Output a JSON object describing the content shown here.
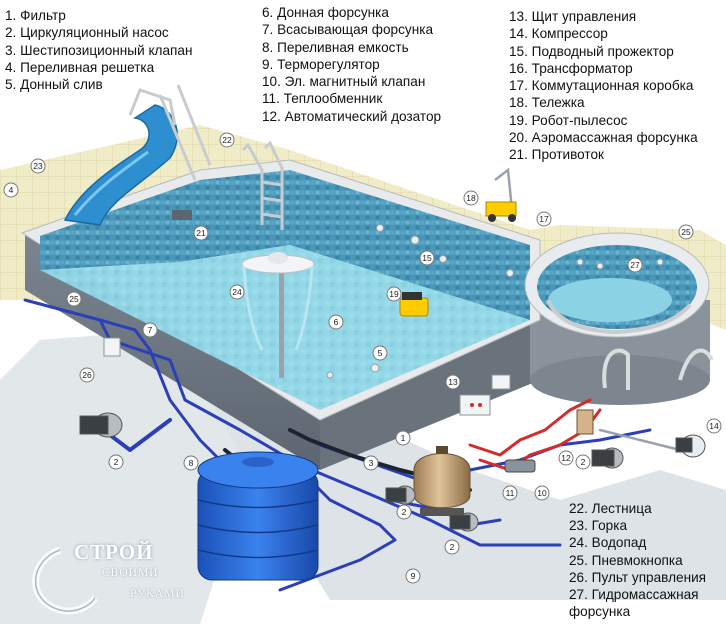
{
  "legend_left": [
    "1. Фильтр",
    "2. Циркуляционный насос",
    "3. Шестипозиционный клапан",
    "4. Переливная решетка",
    "5. Донный слив"
  ],
  "legend_middle": [
    "6. Донная форсунка",
    "7. Всасывающая форсунка",
    "8. Переливная емкость",
    "9. Терморегулятор",
    "10. Эл. магнитный клапан",
    "11. Теплообменник",
    "12. Автоматический дозатор"
  ],
  "legend_right": [
    "13. Щит управления",
    "14. Компрессор",
    "15. Подводный прожектор",
    "16. Трансформатор",
    "17. Коммутационная коробка",
    "18. Тележка",
    "19. Робот-пылесос",
    "20. Аэромассажная форсунка",
    "21. Противоток"
  ],
  "legend_bottom": [
    "22. Лестница",
    "23. Горка",
    "24. Водопад",
    "25. Пневмокнопка",
    "26. Пульт управления",
    "27. Гидромассажная",
    "форсунка"
  ],
  "callouts": [
    "1",
    "2",
    "2",
    "2",
    "2",
    "3",
    "4",
    "5",
    "6",
    "7",
    "8",
    "9",
    "10",
    "11",
    "12",
    "13",
    "14",
    "15",
    "17",
    "18",
    "19",
    "21",
    "22",
    "23",
    "24",
    "25",
    "25",
    "26",
    "27"
  ],
  "logo": {
    "main": "СТРОЙ",
    "line2": "СВОИМИ",
    "line3": "РУКАМИ"
  },
  "colors": {
    "water": "#7ec8dc",
    "tile": "#3f8fb0",
    "pipe_blue": "#2b3fb8",
    "pipe_red": "#d42b2b",
    "tank": "#1f63d6",
    "slide": "#2d8fd0",
    "deck": "#efe9c2",
    "ground": "#d9dfe2"
  }
}
